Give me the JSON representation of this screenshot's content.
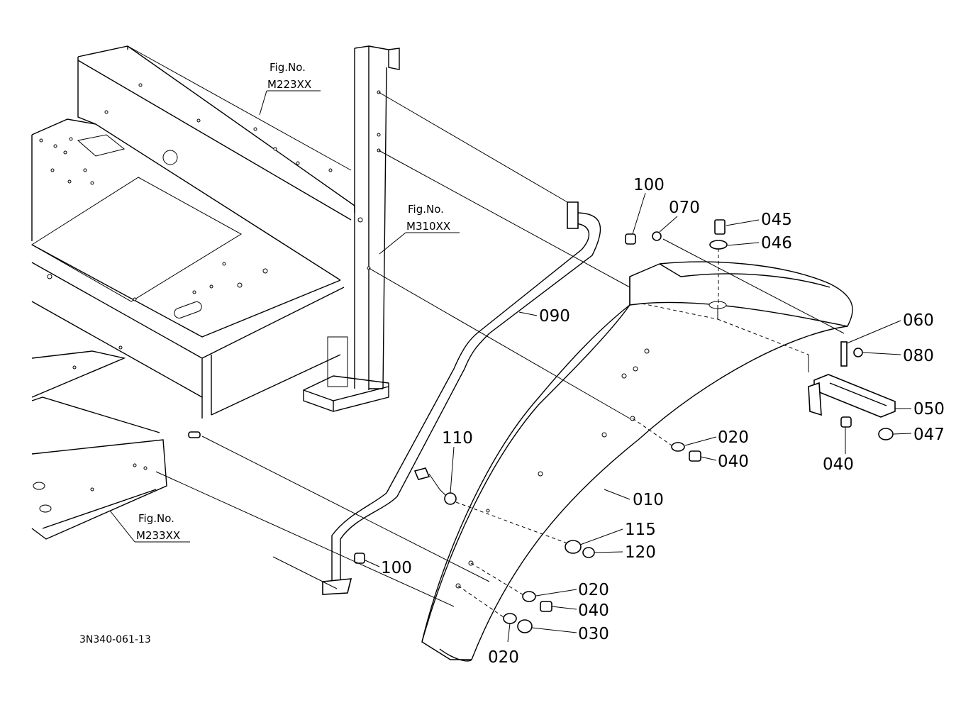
{
  "drawing_code": "3N340-061-13",
  "figure_refs": [
    {
      "caption": "Fig.No.",
      "number": "M223XX"
    },
    {
      "caption": "Fig.No.",
      "number": "M310XX"
    },
    {
      "caption": "Fig.No.",
      "number": "M233XX"
    }
  ],
  "callouts": [
    {
      "id": "c100a",
      "text": "100"
    },
    {
      "id": "c070",
      "text": "070"
    },
    {
      "id": "c045",
      "text": "045"
    },
    {
      "id": "c046",
      "text": "046"
    },
    {
      "id": "c060",
      "text": "060"
    },
    {
      "id": "c080",
      "text": "080"
    },
    {
      "id": "c090",
      "text": "090"
    },
    {
      "id": "c050",
      "text": "050"
    },
    {
      "id": "c047",
      "text": "047"
    },
    {
      "id": "c040r",
      "text": "040"
    },
    {
      "id": "c110",
      "text": "110"
    },
    {
      "id": "c020a",
      "text": "020"
    },
    {
      "id": "c040a",
      "text": "040"
    },
    {
      "id": "c010",
      "text": "010"
    },
    {
      "id": "c115",
      "text": "115"
    },
    {
      "id": "c120",
      "text": "120"
    },
    {
      "id": "c100b",
      "text": "100"
    },
    {
      "id": "c020b",
      "text": "020"
    },
    {
      "id": "c040b",
      "text": "040"
    },
    {
      "id": "c030",
      "text": "030"
    },
    {
      "id": "c020c",
      "text": "020"
    }
  ]
}
